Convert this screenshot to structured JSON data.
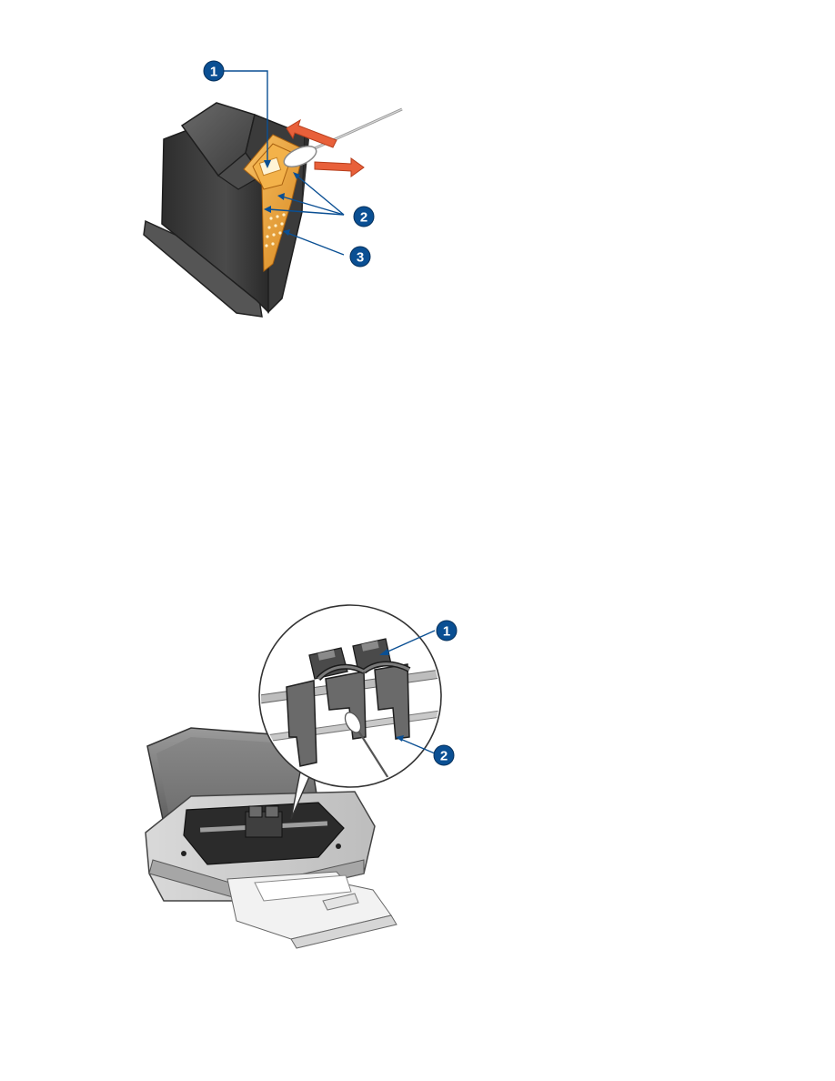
{
  "figure_1": {
    "callouts": [
      "1",
      "2",
      "3"
    ]
  },
  "figure_2": {
    "callouts": [
      "1",
      "2"
    ]
  },
  "colors": {
    "callout_blue": "#0a4f93",
    "arrow_orange": "#e8603a",
    "cartridge_dark": "#3a3a3a",
    "contact_copper": "#f0a640"
  }
}
